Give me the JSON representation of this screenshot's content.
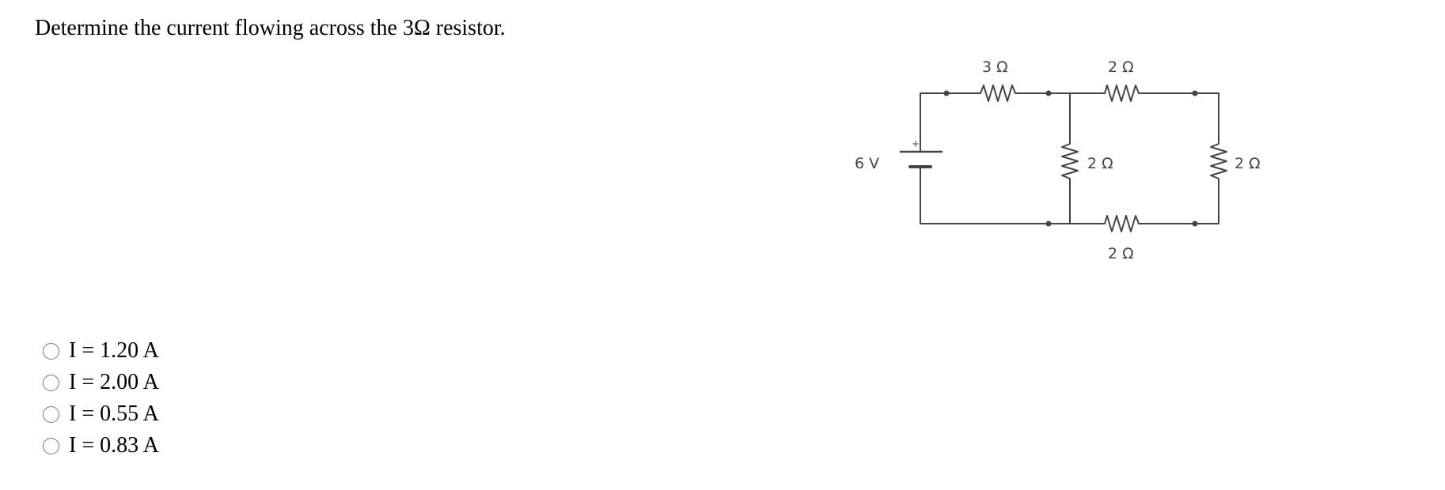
{
  "question": {
    "text": "Determine the current flowing across the 3Ω resistor."
  },
  "circuit": {
    "source_label": "6 V",
    "polarity_mark": "+",
    "r_top_left": "3 Ω",
    "r_top_right": "2 Ω",
    "r_middle_vertical": "2 Ω",
    "r_right_vertical": "2 Ω",
    "r_bottom": "2 Ω",
    "wire_color": "#444444"
  },
  "options": [
    {
      "label": "I = 1.20 A",
      "selected": false
    },
    {
      "label": "I = 2.00 A",
      "selected": false
    },
    {
      "label": "I = 0.55 A",
      "selected": false
    },
    {
      "label": "I = 0.83 A",
      "selected": false
    }
  ]
}
